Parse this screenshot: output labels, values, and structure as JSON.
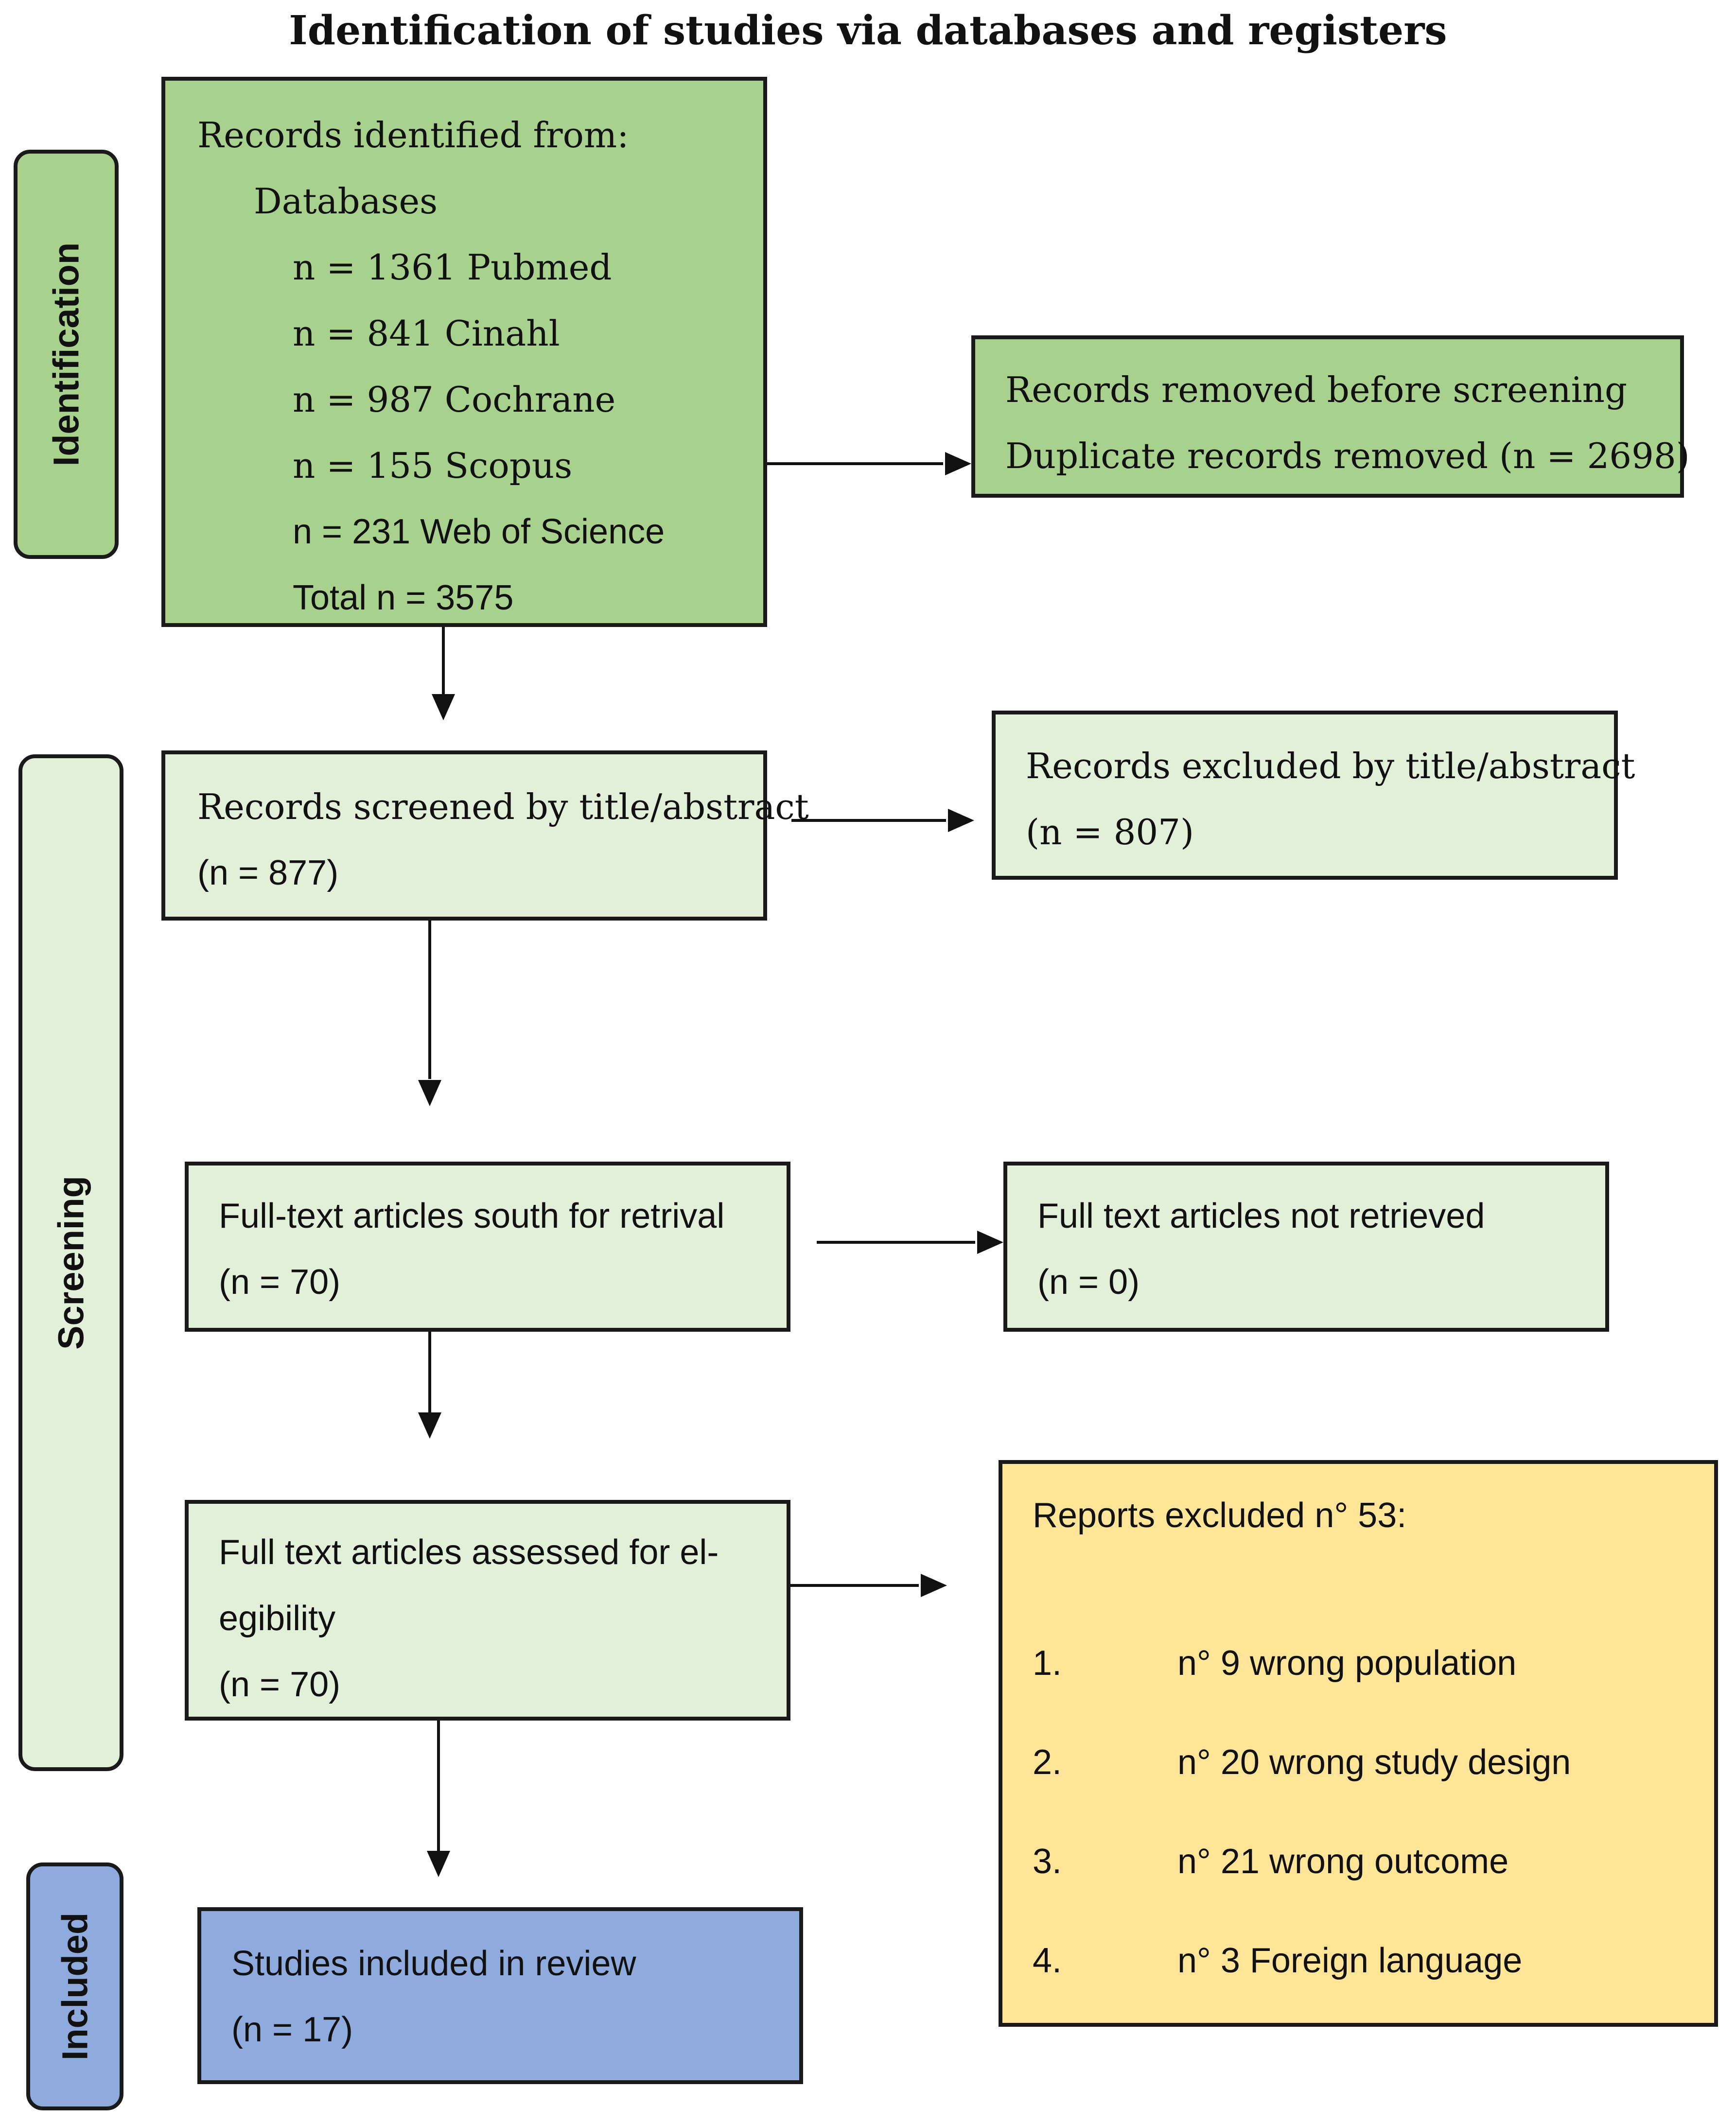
{
  "title": "Identification of studies via databases and registers",
  "phases": {
    "identification": "Identification",
    "screening": "Screening",
    "included": "Included"
  },
  "identification_box": {
    "line1": "Records identified from:",
    "line2": "Databases",
    "line3": "n = 1361 Pubmed",
    "line4": "n = 841 Cinahl",
    "line5": "n = 987 Cochrane",
    "line6": "n = 155 Scopus",
    "line7": "n = 231 Web of Science",
    "line8": "Total n = 3575"
  },
  "removed_box": {
    "line1": "Records removed before screening",
    "line2": "Duplicate records removed (n = 2698)"
  },
  "screened_box": {
    "line1": "Records screened by title/abstract",
    "line2": "(n = 877)"
  },
  "excluded_box": {
    "line1": "Records excluded by title/abstract",
    "line2": "(n = 807)"
  },
  "retrieval_box": {
    "line1": "Full-text articles south for retrival",
    "line2": "(n = 70)"
  },
  "not_retrieved_box": {
    "line1": "Full text articles not retrieved",
    "line2": "(n = 0)"
  },
  "eligibility_box": {
    "line1": "Full text articles assessed for el-",
    "line2": "egibility",
    "line3": "(n = 70)"
  },
  "reports_excluded_box": {
    "heading": "Reports excluded n° 53:",
    "items": [
      {
        "num": "1.",
        "text": "n° 9 wrong population"
      },
      {
        "num": "2.",
        "text": "n° 20 wrong study design"
      },
      {
        "num": "3.",
        "text": "n° 21 wrong outcome"
      },
      {
        "num": "4.",
        "text": "n° 3 Foreign language"
      }
    ]
  },
  "included_box": {
    "line1": "Studies included in review",
    "line2": "(n = 17)"
  },
  "colors": {
    "identification_fill": "#a9d18e",
    "screening_fill": "#e2efd9",
    "reports_fill": "#ffe598",
    "included_fill": "#8faadc",
    "border": "#1a1a1a"
  }
}
